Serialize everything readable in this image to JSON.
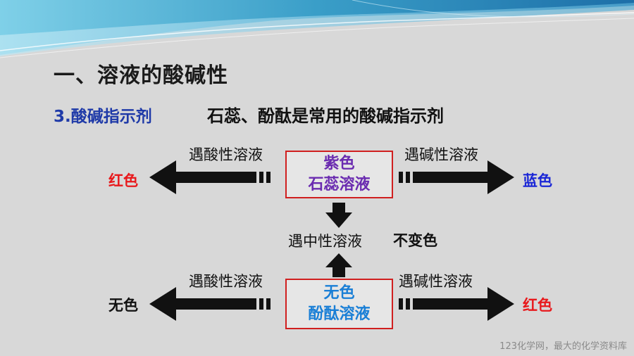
{
  "title": "一、溶液的酸碱性",
  "subtitle": {
    "number_label": "3.酸碱指示剂",
    "text": "石蕊、酚酞是常用的酸碱指示剂"
  },
  "litmus": {
    "box_line1": "紫色",
    "box_line2": "石蕊溶液",
    "left_condition": "遇酸性溶液",
    "left_result": "红色",
    "right_condition": "遇碱性溶液",
    "right_result": "蓝色"
  },
  "neutral": {
    "condition": "遇中性溶液",
    "result": "不变色"
  },
  "phenolphthalein": {
    "box_line1": "无色",
    "box_line2": "酚酞溶液",
    "left_condition": "遇酸性溶液",
    "left_result": "无色",
    "right_condition": "遇碱性溶液",
    "right_result": "红色"
  },
  "footer": "123化学网，最大的化学资料库",
  "colors": {
    "red": "#e8191c",
    "blue": "#1a26d6",
    "litmus_purple": "#6a2bb0",
    "phenol_blue": "#1a7fd6",
    "box_border": "#d01f1f",
    "subtitle_blue": "#1f3aa8"
  }
}
